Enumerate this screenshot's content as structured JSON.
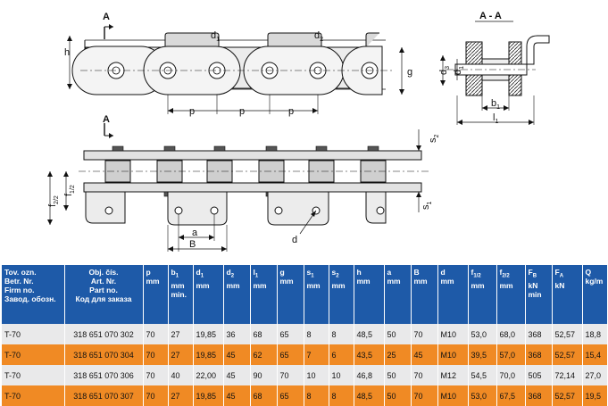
{
  "drawing": {
    "section_marks": {
      "a_top": "A",
      "a_bottom": "A",
      "section_title": "A - A"
    },
    "side_view": {
      "h": "h",
      "g": "g",
      "d1": "d",
      "d1_sub": "1",
      "d2": "d",
      "d2_sub": "2",
      "p": "p"
    },
    "section_view": {
      "d3": "d",
      "d3_sub": "3",
      "d1": "d",
      "d1_sub": "1",
      "b1": "b",
      "b1_sub": "1",
      "l1": "l",
      "l1_sub": "1"
    },
    "top_view": {
      "s2": "s",
      "s2_sub": "2",
      "s1": "s",
      "s1_sub": "1",
      "f2": "f",
      "f2_sub": "2/2",
      "f1": "f",
      "f1_sub": "1/2",
      "a": "a",
      "B": "B",
      "d": "d"
    },
    "colors": {
      "plate": "#e3e3e3",
      "plate_dark": "#bdbdbd",
      "bushing": "#777777",
      "line": "#111111"
    }
  },
  "table": {
    "header_color": "#1e5aa8",
    "row_colors": [
      "#e9e9ea",
      "#f08a24"
    ],
    "columns": [
      {
        "lines": [
          "Tov. ozn.",
          "Betr. Nr.",
          "Firm no.",
          "Завод. обозн."
        ]
      },
      {
        "lines": [
          "Obj. čís.",
          "Art. Nr.",
          "Part no.",
          "Код для заказа"
        ]
      },
      {
        "lines": [
          "p",
          "mm"
        ]
      },
      {
        "lines": [
          "b",
          "mm",
          "min."
        ],
        "sub": "1"
      },
      {
        "lines": [
          "d",
          "mm"
        ],
        "sub": "1"
      },
      {
        "lines": [
          "d",
          "mm"
        ],
        "sub": "2"
      },
      {
        "lines": [
          "l",
          "mm"
        ],
        "sub": "1"
      },
      {
        "lines": [
          "g",
          "mm"
        ]
      },
      {
        "lines": [
          "s",
          "mm"
        ],
        "sub": "1"
      },
      {
        "lines": [
          "s",
          "mm"
        ],
        "sub": "2"
      },
      {
        "lines": [
          "h",
          "mm"
        ]
      },
      {
        "lines": [
          "a",
          "mm"
        ]
      },
      {
        "lines": [
          "B",
          "mm"
        ]
      },
      {
        "lines": [
          "d",
          "mm"
        ]
      },
      {
        "lines": [
          "f",
          "mm"
        ],
        "sub": "1/2"
      },
      {
        "lines": [
          "f",
          "mm"
        ],
        "sub": "2/2"
      },
      {
        "lines": [
          "F",
          "kN",
          "min"
        ],
        "sub": "B"
      },
      {
        "lines": [
          "F",
          "kN"
        ],
        "sub": "A"
      },
      {
        "lines": [
          "Q",
          "kg/m"
        ]
      }
    ],
    "rows": [
      [
        "T-70",
        "318 651 070 302",
        "70",
        "27",
        "19,85",
        "36",
        "68",
        "65",
        "8",
        "8",
        "48,5",
        "50",
        "70",
        "M10",
        "53,0",
        "68,0",
        "368",
        "52,57",
        "18,8"
      ],
      [
        "T-70",
        "318 651 070 304",
        "70",
        "27",
        "19,85",
        "45",
        "62",
        "65",
        "7",
        "6",
        "43,5",
        "25",
        "45",
        "M10",
        "39,5",
        "57,0",
        "368",
        "52,57",
        "15,4"
      ],
      [
        "T-70",
        "318 651 070 306",
        "70",
        "40",
        "22,00",
        "45",
        "90",
        "70",
        "10",
        "10",
        "46,8",
        "50",
        "70",
        "M12",
        "54,5",
        "70,0",
        "505",
        "72,14",
        "27,0"
      ],
      [
        "T-70",
        "318 651 070 307",
        "70",
        "27",
        "19,85",
        "45",
        "68",
        "65",
        "8",
        "8",
        "48,5",
        "50",
        "70",
        "M10",
        "53,0",
        "67,5",
        "368",
        "52,57",
        "19,5"
      ]
    ]
  }
}
